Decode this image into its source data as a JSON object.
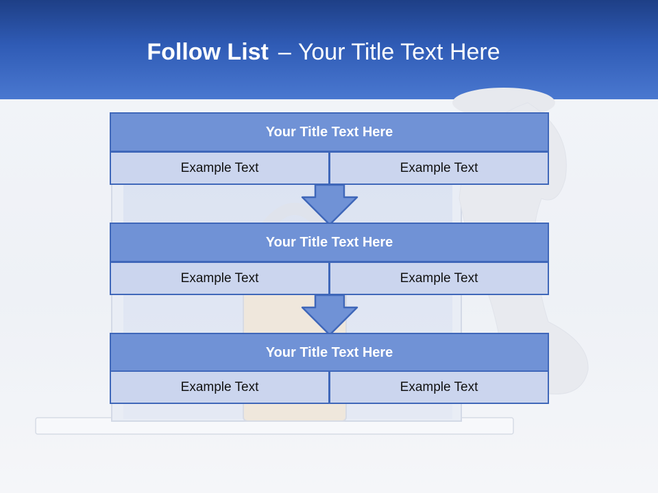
{
  "header": {
    "title_bold": "Follow List",
    "separator": "–",
    "title_rest": "Your Title Text Here"
  },
  "blocks": [
    {
      "title": "Your Title Text Here",
      "left": "Example Text",
      "right": "Example Text"
    },
    {
      "title": "Your Title Text Here",
      "left": "Example Text",
      "right": "Example Text"
    },
    {
      "title": "Your Title Text Here",
      "left": "Example Text",
      "right": "Example Text"
    }
  ],
  "colors": {
    "header_dark": "#1e3f86",
    "header_light": "#4a78d0",
    "title_fill": "#7092d6",
    "cell_fill": "#cbd5ee",
    "border": "#3f67b9"
  }
}
